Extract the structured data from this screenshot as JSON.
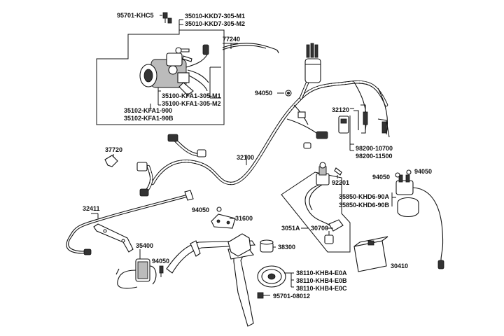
{
  "labels": {
    "p95701_khc5": "95701-KHC5",
    "p35010_m1": "35010-KKD7-305-M1",
    "p35010_m2": "35010-KKD7-305-M2",
    "p77240": "77240",
    "p35100_m1": "35100-KFA1-305-M1",
    "p35100_m2": "35100-KFA1-305-M2",
    "p35102_900": "35102-KFA1-900",
    "p35102_90b": "35102-KFA1-90B",
    "p94050_a": "94050",
    "p32120": "32120",
    "p98200_10700": "98200-10700",
    "p98200_11500": "98200-11500",
    "p37720": "37720",
    "p32100": "32100",
    "p94050_b": "94050",
    "p94050_c": "94050",
    "p92201": "92201",
    "p35850_a": "35850-KHD6-90A",
    "p35850_b": "35850-KHD6-90B",
    "p32411": "32411",
    "p94050_d": "94050",
    "p31600": "31600",
    "p3051a": "3051A",
    "p30700": "30700",
    "p35400": "35400",
    "p38300": "38300",
    "p94050_e": "94050",
    "p30410": "30410",
    "p38110_a": "38110-KHB4-E0A",
    "p38110_b": "38110-KHB4-E0B",
    "p38110_c": "38110-KHB4-E0C",
    "p95701_08012": "95701-08012"
  }
}
